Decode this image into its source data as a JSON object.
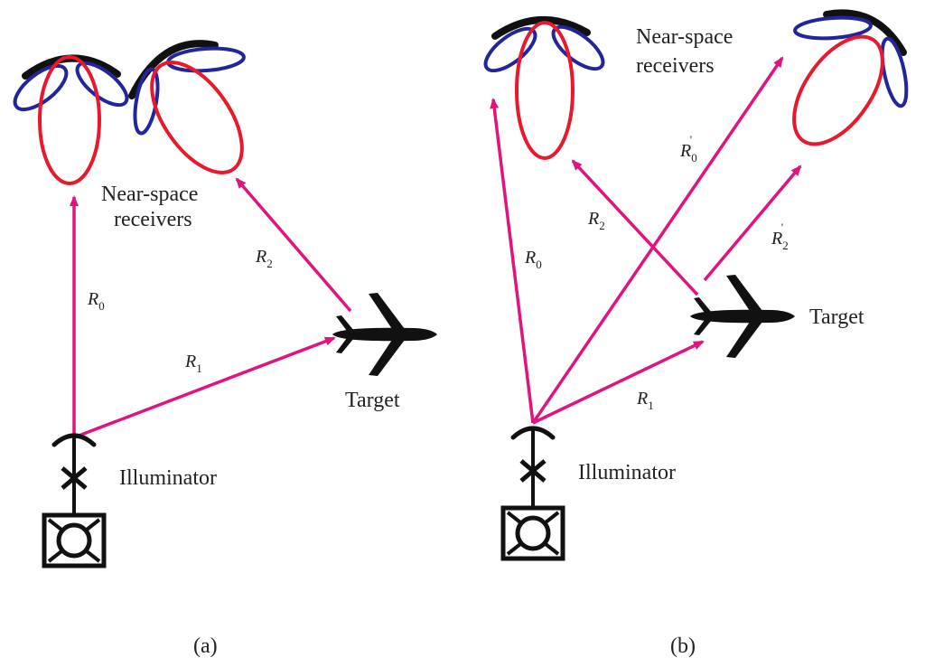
{
  "panel_a": {
    "receivers_label_line1": "Near-space",
    "receivers_label_line2": "receivers",
    "target_label": "Target",
    "illuminator_label": "Illuminator",
    "r0": {
      "base": "R",
      "sub": "0"
    },
    "r1": {
      "base": "R",
      "sub": "1"
    },
    "r2": {
      "base": "R",
      "sub": "2"
    },
    "caption": "(a)"
  },
  "panel_b": {
    "receivers_label_line1": "Near-space",
    "receivers_label_line2": "receivers",
    "target_label": "Target",
    "illuminator_label": "Illuminator",
    "r0": {
      "base": "R",
      "sub": "0"
    },
    "r1": {
      "base": "R",
      "sub": "1"
    },
    "r2": {
      "base": "R",
      "sub": "2"
    },
    "r0p": {
      "base": "R",
      "sub": "0",
      "sup": "'"
    },
    "r2p": {
      "base": "R",
      "sub": "2",
      "sup": "'"
    },
    "caption": "(b)"
  },
  "colors": {
    "signal_arrow": "#e0147f",
    "main_lobe": "#e8192c",
    "side_lobe": "#23259a",
    "antenna": "#111111"
  }
}
